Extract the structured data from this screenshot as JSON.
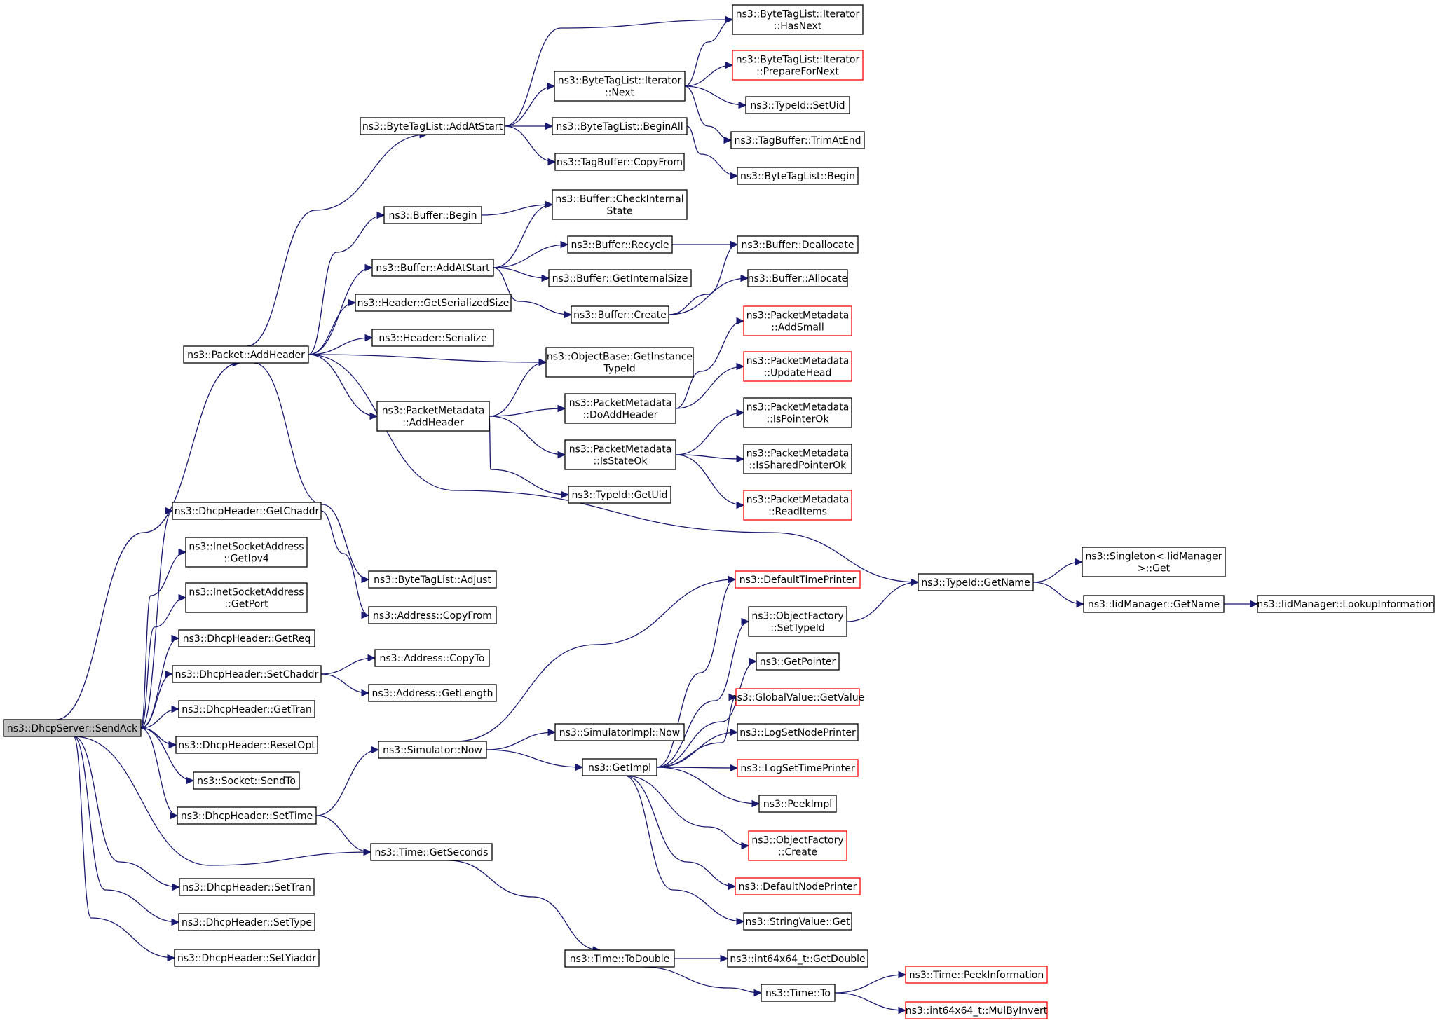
{
  "graph": {
    "root": "ns3::DhcpServer::SendAck",
    "nodes": [
      {
        "id": "sendack",
        "lines": [
          "ns3::DhcpServer::SendAck"
        ],
        "style": "root"
      },
      {
        "id": "p_addheader",
        "lines": [
          "ns3::Packet::AddHeader"
        ]
      },
      {
        "id": "dh_getchaddr",
        "lines": [
          "ns3::DhcpHeader::GetChaddr"
        ]
      },
      {
        "id": "isa_getipv4",
        "lines": [
          "ns3::InetSocketAddress",
          "::GetIpv4"
        ]
      },
      {
        "id": "isa_getport",
        "lines": [
          "ns3::InetSocketAddress",
          "::GetPort"
        ]
      },
      {
        "id": "dh_getreq",
        "lines": [
          "ns3::DhcpHeader::GetReq"
        ]
      },
      {
        "id": "dh_setchaddr",
        "lines": [
          "ns3::DhcpHeader::SetChaddr"
        ]
      },
      {
        "id": "dh_gettran",
        "lines": [
          "ns3::DhcpHeader::GetTran"
        ]
      },
      {
        "id": "dh_resetopt",
        "lines": [
          "ns3::DhcpHeader::ResetOpt"
        ]
      },
      {
        "id": "sock_sendto",
        "lines": [
          "ns3::Socket::SendTo"
        ]
      },
      {
        "id": "dh_settime",
        "lines": [
          "ns3::DhcpHeader::SetTime"
        ]
      },
      {
        "id": "time_getseconds",
        "lines": [
          "ns3::Time::GetSeconds"
        ]
      },
      {
        "id": "dh_settran",
        "lines": [
          "ns3::DhcpHeader::SetTran"
        ]
      },
      {
        "id": "dh_settype",
        "lines": [
          "ns3::DhcpHeader::SetType"
        ]
      },
      {
        "id": "dh_setyiaddr",
        "lines": [
          "ns3::DhcpHeader::SetYiaddr"
        ]
      },
      {
        "id": "btl_addatstart",
        "lines": [
          "ns3::ByteTagList::AddAtStart"
        ]
      },
      {
        "id": "buf_begin",
        "lines": [
          "ns3::Buffer::Begin"
        ]
      },
      {
        "id": "buf_addatstart",
        "lines": [
          "ns3::Buffer::AddAtStart"
        ]
      },
      {
        "id": "hdr_getsersize",
        "lines": [
          "ns3::Header::GetSerializedSize"
        ]
      },
      {
        "id": "hdr_serialize",
        "lines": [
          "ns3::Header::Serialize"
        ]
      },
      {
        "id": "pm_addheader",
        "lines": [
          "ns3::PacketMetadata",
          "::AddHeader"
        ]
      },
      {
        "id": "btl_adjust",
        "lines": [
          "ns3::ByteTagList::Adjust"
        ]
      },
      {
        "id": "addr_copyfrom",
        "lines": [
          "ns3::Address::CopyFrom"
        ]
      },
      {
        "id": "addr_copyto",
        "lines": [
          "ns3::Address::CopyTo"
        ]
      },
      {
        "id": "addr_getlength",
        "lines": [
          "ns3::Address::GetLength"
        ]
      },
      {
        "id": "sim_now",
        "lines": [
          "ns3::Simulator::Now"
        ]
      },
      {
        "id": "btli_next",
        "lines": [
          "ns3::ByteTagList::Iterator",
          "::Next"
        ]
      },
      {
        "id": "btl_beginall",
        "lines": [
          "ns3::ByteTagList::BeginAll"
        ]
      },
      {
        "id": "tb_copyfrom",
        "lines": [
          "ns3::TagBuffer::CopyFrom"
        ]
      },
      {
        "id": "buf_checkinternal",
        "lines": [
          "ns3::Buffer::CheckInternal",
          "State"
        ]
      },
      {
        "id": "buf_recycle",
        "lines": [
          "ns3::Buffer::Recycle"
        ]
      },
      {
        "id": "buf_getinternalsize",
        "lines": [
          "ns3::Buffer::GetInternalSize"
        ]
      },
      {
        "id": "buf_create",
        "lines": [
          "ns3::Buffer::Create"
        ]
      },
      {
        "id": "ob_getinstancetypeid",
        "lines": [
          "ns3::ObjectBase::GetInstance",
          "TypeId"
        ]
      },
      {
        "id": "pm_doaddheader",
        "lines": [
          "ns3::PacketMetadata",
          "::DoAddHeader"
        ]
      },
      {
        "id": "pm_isstateok",
        "lines": [
          "ns3::PacketMetadata",
          "::IsStateOk"
        ]
      },
      {
        "id": "typeid_getuid",
        "lines": [
          "ns3::TypeId::GetUid"
        ]
      },
      {
        "id": "simimpl_now",
        "lines": [
          "ns3::SimulatorImpl::Now"
        ]
      },
      {
        "id": "getimpl",
        "lines": [
          "ns3::GetImpl"
        ]
      },
      {
        "id": "time_todouble",
        "lines": [
          "ns3::Time::ToDouble"
        ]
      },
      {
        "id": "btli_hasnext",
        "lines": [
          "ns3::ByteTagList::Iterator",
          "::HasNext"
        ]
      },
      {
        "id": "btli_preparefornext",
        "lines": [
          "ns3::ByteTagList::Iterator",
          "::PrepareForNext"
        ],
        "style": "red"
      },
      {
        "id": "typeid_setuid",
        "lines": [
          "ns3::TypeId::SetUid"
        ]
      },
      {
        "id": "tb_trimatend",
        "lines": [
          "ns3::TagBuffer::TrimAtEnd"
        ]
      },
      {
        "id": "btl_begin",
        "lines": [
          "ns3::ByteTagList::Begin"
        ]
      },
      {
        "id": "buf_deallocate",
        "lines": [
          "ns3::Buffer::Deallocate"
        ]
      },
      {
        "id": "buf_allocate",
        "lines": [
          "ns3::Buffer::Allocate"
        ]
      },
      {
        "id": "pm_addsmall",
        "lines": [
          "ns3::PacketMetadata",
          "::AddSmall"
        ],
        "style": "red"
      },
      {
        "id": "pm_updatehead",
        "lines": [
          "ns3::PacketMetadata",
          "::UpdateHead"
        ],
        "style": "red"
      },
      {
        "id": "pm_ispointerok",
        "lines": [
          "ns3::PacketMetadata",
          "::IsPointerOk"
        ]
      },
      {
        "id": "pm_issharedpointerok",
        "lines": [
          "ns3::PacketMetadata",
          "::IsSharedPointerOk"
        ]
      },
      {
        "id": "pm_readitems",
        "lines": [
          "ns3::PacketMetadata",
          "::ReadItems"
        ],
        "style": "red"
      },
      {
        "id": "defaulttimeprinter",
        "lines": [
          "ns3::DefaultTimePrinter"
        ],
        "style": "red"
      },
      {
        "id": "of_settypeid",
        "lines": [
          "ns3::ObjectFactory",
          "::SetTypeId"
        ]
      },
      {
        "id": "getpointer",
        "lines": [
          "ns3::GetPointer"
        ]
      },
      {
        "id": "gv_getvalue",
        "lines": [
          "ns3::GlobalValue::GetValue"
        ],
        "style": "red"
      },
      {
        "id": "logsetnodeprinter",
        "lines": [
          "ns3::LogSetNodePrinter"
        ]
      },
      {
        "id": "logsettimeprinter",
        "lines": [
          "ns3::LogSetTimePrinter"
        ],
        "style": "red"
      },
      {
        "id": "peekimpl",
        "lines": [
          "ns3::PeekImpl"
        ]
      },
      {
        "id": "of_create",
        "lines": [
          "ns3::ObjectFactory",
          "::Create"
        ],
        "style": "red"
      },
      {
        "id": "defaultnodeprinter",
        "lines": [
          "ns3::DefaultNodePrinter"
        ],
        "style": "red"
      },
      {
        "id": "sv_get",
        "lines": [
          "ns3::StringValue::Get"
        ]
      },
      {
        "id": "i64_getdouble",
        "lines": [
          "ns3::int64x64_t::GetDouble"
        ]
      },
      {
        "id": "time_to",
        "lines": [
          "ns3::Time::To"
        ]
      },
      {
        "id": "typeid_getname",
        "lines": [
          "ns3::TypeId::GetName"
        ]
      },
      {
        "id": "singleton_get",
        "lines": [
          "ns3::Singleton< IidManager",
          " >::Get"
        ]
      },
      {
        "id": "iid_getname",
        "lines": [
          "ns3::IidManager::GetName"
        ]
      },
      {
        "id": "iid_lookupinfo",
        "lines": [
          "ns3::IidManager::LookupInformation"
        ]
      },
      {
        "id": "time_peekinfo",
        "lines": [
          "ns3::Time::PeekInformation"
        ],
        "style": "red"
      },
      {
        "id": "i64_mulbyinvert",
        "lines": [
          "ns3::int64x64_t::MulByInvert"
        ],
        "style": "red"
      }
    ],
    "edges": [
      [
        "sendack",
        "p_addheader"
      ],
      [
        "sendack",
        "dh_getchaddr"
      ],
      [
        "sendack",
        "isa_getipv4"
      ],
      [
        "sendack",
        "isa_getport"
      ],
      [
        "sendack",
        "dh_getreq"
      ],
      [
        "sendack",
        "dh_setchaddr"
      ],
      [
        "sendack",
        "dh_gettran"
      ],
      [
        "sendack",
        "dh_resetopt"
      ],
      [
        "sendack",
        "sock_sendto"
      ],
      [
        "sendack",
        "dh_settime"
      ],
      [
        "sendack",
        "time_getseconds"
      ],
      [
        "sendack",
        "dh_settran"
      ],
      [
        "sendack",
        "dh_settype"
      ],
      [
        "sendack",
        "dh_setyiaddr"
      ],
      [
        "p_addheader",
        "btl_addatstart"
      ],
      [
        "p_addheader",
        "buf_begin"
      ],
      [
        "p_addheader",
        "buf_addatstart"
      ],
      [
        "p_addheader",
        "hdr_getsersize"
      ],
      [
        "p_addheader",
        "hdr_serialize"
      ],
      [
        "p_addheader",
        "ob_getinstancetypeid"
      ],
      [
        "p_addheader",
        "pm_addheader"
      ],
      [
        "p_addheader",
        "btl_adjust"
      ],
      [
        "p_addheader",
        "typeid_getname"
      ],
      [
        "btl_addatstart",
        "btli_hasnext"
      ],
      [
        "btl_addatstart",
        "btli_next"
      ],
      [
        "btl_addatstart",
        "btl_beginall"
      ],
      [
        "btl_addatstart",
        "tb_copyfrom"
      ],
      [
        "btli_next",
        "btli_hasnext"
      ],
      [
        "btli_next",
        "btli_preparefornext"
      ],
      [
        "btli_next",
        "typeid_setuid"
      ],
      [
        "btli_next",
        "tb_trimatend"
      ],
      [
        "btl_beginall",
        "btl_begin"
      ],
      [
        "buf_begin",
        "buf_checkinternal"
      ],
      [
        "buf_addatstart",
        "buf_checkinternal"
      ],
      [
        "buf_addatstart",
        "buf_recycle"
      ],
      [
        "buf_addatstart",
        "buf_getinternalsize"
      ],
      [
        "buf_addatstart",
        "buf_create"
      ],
      [
        "buf_recycle",
        "buf_deallocate"
      ],
      [
        "buf_create",
        "buf_deallocate"
      ],
      [
        "buf_create",
        "buf_allocate"
      ],
      [
        "pm_addheader",
        "ob_getinstancetypeid"
      ],
      [
        "pm_addheader",
        "pm_doaddheader"
      ],
      [
        "pm_addheader",
        "pm_isstateok"
      ],
      [
        "pm_addheader",
        "typeid_getuid"
      ],
      [
        "pm_doaddheader",
        "pm_addsmall"
      ],
      [
        "pm_doaddheader",
        "pm_updatehead"
      ],
      [
        "pm_isstateok",
        "pm_ispointerok"
      ],
      [
        "pm_isstateok",
        "pm_issharedpointerok"
      ],
      [
        "pm_isstateok",
        "pm_readitems"
      ],
      [
        "dh_getchaddr",
        "addr_copyfrom"
      ],
      [
        "dh_setchaddr",
        "addr_copyto"
      ],
      [
        "dh_setchaddr",
        "addr_getlength"
      ],
      [
        "dh_settime",
        "sim_now"
      ],
      [
        "dh_settime",
        "time_getseconds"
      ],
      [
        "sim_now",
        "defaulttimeprinter"
      ],
      [
        "sim_now",
        "simimpl_now"
      ],
      [
        "sim_now",
        "getimpl"
      ],
      [
        "getimpl",
        "defaulttimeprinter"
      ],
      [
        "getimpl",
        "of_settypeid"
      ],
      [
        "getimpl",
        "getpointer"
      ],
      [
        "getimpl",
        "gv_getvalue"
      ],
      [
        "getimpl",
        "logsetnodeprinter"
      ],
      [
        "getimpl",
        "logsettimeprinter"
      ],
      [
        "getimpl",
        "peekimpl"
      ],
      [
        "getimpl",
        "of_create"
      ],
      [
        "getimpl",
        "defaultnodeprinter"
      ],
      [
        "getimpl",
        "sv_get"
      ],
      [
        "of_settypeid",
        "typeid_getname"
      ],
      [
        "typeid_getname",
        "singleton_get"
      ],
      [
        "typeid_getname",
        "iid_getname"
      ],
      [
        "iid_getname",
        "iid_lookupinfo"
      ],
      [
        "time_getseconds",
        "time_todouble"
      ],
      [
        "time_todouble",
        "i64_getdouble"
      ],
      [
        "time_todouble",
        "time_to"
      ],
      [
        "time_to",
        "time_peekinfo"
      ],
      [
        "time_to",
        "i64_mulbyinvert"
      ]
    ]
  }
}
